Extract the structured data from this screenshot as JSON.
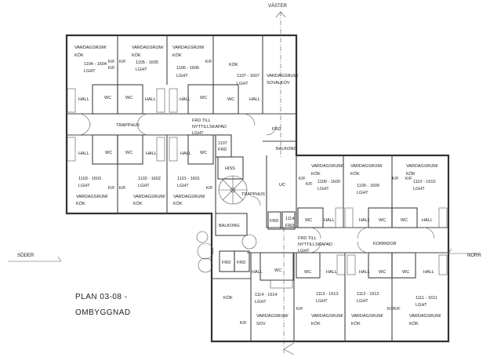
{
  "title": {
    "line1": "PLAN 03-08 -",
    "line2": "OMBYGGNAD"
  },
  "compass": {
    "west": "VÄSTER",
    "south": "SÖDER",
    "north": "NORR"
  },
  "labels": {
    "u1104_a": "VARDAGSRUM/",
    "u1104_b": "KÖK",
    "u1104_n": "1104 - 1604",
    "u1104_l": "LGHT",
    "u1105_a": "VARDAGSRUM/",
    "u1105_b": "KÖK",
    "u1105_n": "1105 - 1605",
    "u1105_l": "LGHT",
    "u1106_a": "VARDAGSRUM/",
    "u1106_b": "KÖK",
    "u1106_n": "1106 - 1606",
    "u1106_l": "LGHT",
    "u1107_k": "KÖK",
    "u1107_n": "1107 - 1607",
    "u1107_l": "LGHT",
    "u1107_v": "VARDAGSRUM/",
    "u1107_s": "SOVALKOV",
    "t_hall1": "HALL",
    "t_wc1": "WC",
    "t_wc2": "WC",
    "t_hall2": "HALL",
    "t_hall3": "HALL",
    "t_wc3": "WC",
    "t_wc4": "WC",
    "t_hall4": "HALL",
    "trapphus1": "TRAPPHUS",
    "frd1_a": "FRD TILL",
    "frd1_b": "NYTTILLSKAPAD",
    "frd1_c": "LGHT",
    "frd_top": "FRD",
    "frd1107_a": "1107",
    "frd1107_b": "FRD",
    "hiss": "HISS",
    "balkong1": "BALKONG",
    "uc": "UC",
    "trapphus2": "TRAPPHUS",
    "b_hall1": "HALL",
    "b_wc1": "WC",
    "b_wc2": "WC",
    "b_hall2": "HALL",
    "b_hall3": "HALL",
    "b_wc3": "WC",
    "u1103_n": "1103 - 1603",
    "u1103_l": "LGHT",
    "u1103_a": "VARDAGSRUM/",
    "u1103_b": "KÖK",
    "u1102_n": "1102 - 1602",
    "u1102_l": "LGHT",
    "u1102_a": "VARDAGSRUM/",
    "u1102_b": "KÖK",
    "u1101_n": "1101 - 1601",
    "u1101_l": "LGHT",
    "u1101_a": "VARDAGSRUM/",
    "u1101_b": "KÖK",
    "balkong2": "BALKONG",
    "u1100_a": "VARDAGSRUM/",
    "u1100_b": "KÖK",
    "u1100_n": "1100 - 1600",
    "u1100_l": "LGHT",
    "u1109_a": "VARDAGSRUM/",
    "u1109_b": "KÖK",
    "u1109_n": "1109 - 1609",
    "u1109_l": "LGHT",
    "u1110_a": "VARDAGSRUM/",
    "u1110_b": "KÖK",
    "u1110_n": "1110 - 1610",
    "u1110_l": "LGHT",
    "r_wc1": "WC",
    "r_hall1": "HALL",
    "r_hall2": "HALL",
    "r_wc2": "WC",
    "r_wc3": "WC",
    "r_hall3": "HALL",
    "frd_small": "FRD",
    "frd1114_a": "1114",
    "frd1114_b": "FRD",
    "frd2_a": "FRD TILL",
    "frd2_b": "NYTTILLSKAPAD",
    "frd2_c": "LGHT",
    "korridor": "KORRIDOR",
    "frd_b1": "FRD",
    "frd_b2": "FRD",
    "s_hall1": "HALL",
    "s_wc1": "WC",
    "s_wc2": "WC",
    "s_hall2": "HALL",
    "s_hall3": "HALL",
    "s_wc3": "WC",
    "s_wc4": "WC",
    "s_hall4": "HALL",
    "kok_sw": "KÖK",
    "u1114_n": "1114 - 1614",
    "u1114_l": "LGHT",
    "u1114_a": "VARDAGSRUM/",
    "u1114_b": "SOV",
    "u1113_n": "1113 - 1613",
    "u1113_l": "LGHT",
    "u1113_a": "VARDAGSRUM/",
    "u1113_b": "KÖK",
    "u1112_n": "1112 - 1612",
    "u1112_l": "LGHT",
    "u1112_a": "VARDAGSRUM/",
    "u1112_b": "KÖK",
    "u1111_n": "1111 - 1611",
    "u1111_l": "LGHT",
    "u1111_a": "VARDAGSRUM/",
    "u1111_b": "KÖK",
    "kf1": "K/F",
    "kf2": "K/F",
    "kf3": "K/F",
    "kf4": "K/F",
    "kf5": "K/F",
    "kf6": "K/F",
    "kf7": "K/F",
    "kf8": "K/F",
    "kf9": "K/F",
    "kf10": "K/F",
    "kf11": "K/F",
    "kf12": "K/F",
    "kf13": "K/F",
    "kf14": "K/F",
    "kf15": "K/F"
  }
}
